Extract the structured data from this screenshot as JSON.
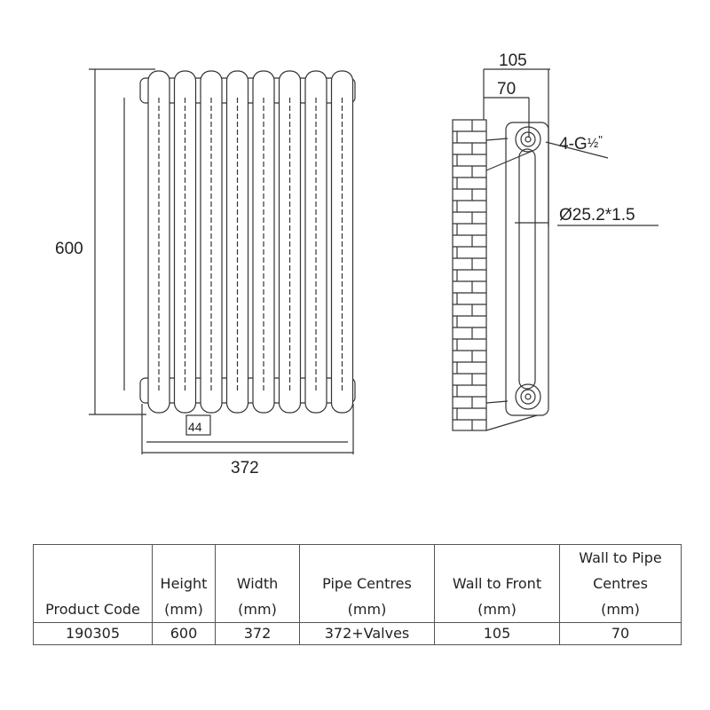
{
  "drawing": {
    "front_view": {
      "height_label": "600",
      "width_label": "372",
      "column_pitch_label": "44",
      "columns": 8
    },
    "side_view": {
      "wall_to_front_label": "105",
      "wall_to_pipe_label": "70",
      "connection_label_main": "4-G",
      "connection_label_fraction": "½",
      "connection_label_suffix": "\"",
      "tube_label": "Ø25.2*1.5"
    }
  },
  "table": {
    "headers": [
      [
        "Product Code"
      ],
      [
        "Height",
        "(mm)"
      ],
      [
        "Width",
        "(mm)"
      ],
      [
        "Pipe Centres",
        "(mm)"
      ],
      [
        "Wall to Front",
        "(mm)"
      ],
      [
        "Wall to Pipe",
        "Centres",
        "(mm)"
      ]
    ],
    "row": [
      "190305",
      "600",
      "372",
      "372+Valves",
      "105",
      "70"
    ]
  }
}
